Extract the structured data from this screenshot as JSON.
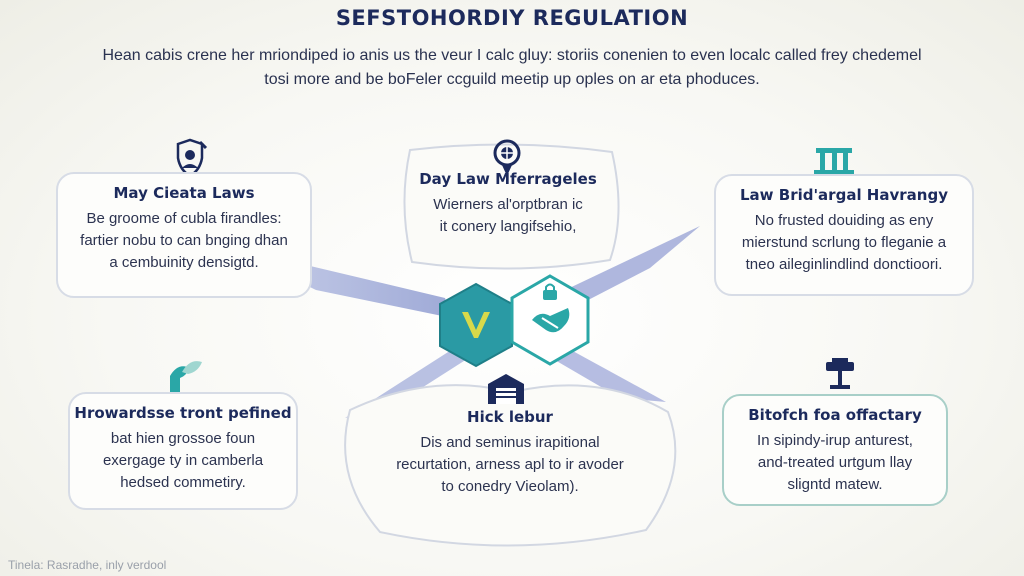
{
  "header": {
    "title": "SEFSTOHORDIY REGULATION",
    "subtitle_line1": "Hean cabis crene her mriondiped io anis us the veur I calc gluy: storiis conenien to even localc called frey chedemel",
    "subtitle_line2": "tosi more and be boFeler ccguild meetip up oples on ar eta phoduces."
  },
  "cards": {
    "top_left": {
      "title": "May Cieata Laws",
      "lines": [
        "Be groome of cubla firandles:",
        "fartier nobu to can bnging dhan",
        "a cembuinity densigtd."
      ]
    },
    "top_center": {
      "title": "Day Law Mferrageles",
      "lines": [
        "Wierners al'orptbran ic",
        "it conery langifsehio,"
      ]
    },
    "top_right": {
      "title": "Law Brid'argal Havrangy",
      "lines": [
        "No frusted douiding as eny",
        "mierstund scrlung to fleganie a",
        "tneo aileginlindlind donctioori."
      ]
    },
    "bottom_left": {
      "title": "Hrowardsse tront pefined",
      "lines": [
        "bat hien grossoe foun",
        "exergage ty in camberla",
        "hedsed commetiry."
      ]
    },
    "bottom_center": {
      "title": "Hick lebur",
      "lines": [
        "Dis and seminus irapitional",
        "recurtation, arness apl to ir avoder",
        "to conedry Vieolam)."
      ]
    },
    "bottom_right": {
      "title": "Bitofch foa offactary",
      "lines": [
        "In sipindy-irup anturest,",
        "and-treated urtgum llay",
        "sligntd matew."
      ]
    }
  },
  "footer": {
    "text": "Tinela: Rasradhe, inly verdool"
  },
  "icons": [
    "shield-figure-icon",
    "globe-badge-icon",
    "courthouse-pillars-icon",
    "hand-plant-icon",
    "warehouse-icon",
    "scale-lamp-icon",
    "chevron-v-icon",
    "handshake-icon",
    "lock-icon"
  ],
  "colors": {
    "navy": "#1c2a5c",
    "teal": "#2aa7a7",
    "yellow": "#d7d94a",
    "arrow_blue": "#9aa6d4"
  }
}
